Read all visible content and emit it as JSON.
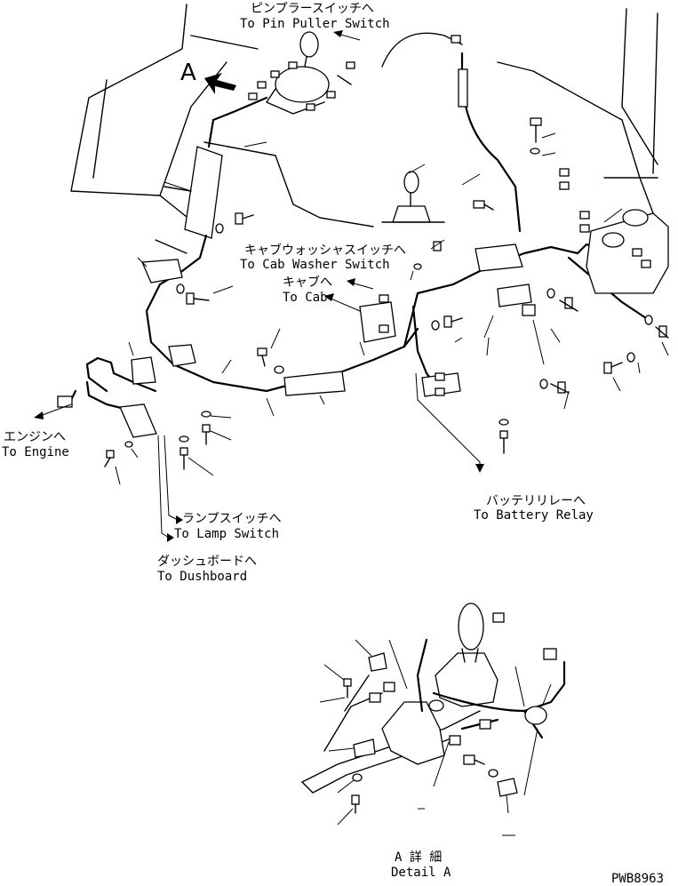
{
  "labels": {
    "pin_puller_jp": "ピンプラースイッチへ",
    "pin_puller_en": "To Pin Puller Switch",
    "cab_washer_jp": "キャブウォッシャスイッチへ",
    "cab_washer_en": "To Cab Washer Switch",
    "cab_jp": "キャブへ",
    "cab_en": "To Cab",
    "engine_jp": "エンジンへ",
    "engine_en": "To Engine",
    "battery_jp": "バッテリリレーへ",
    "battery_en": "To Battery Relay",
    "lamp_jp": "ランプスイッチへ",
    "lamp_en": "To Lamp Switch",
    "dash_jp": "ダッシュボードへ",
    "dash_en": "To Dushboard",
    "detail_jp": "A 詳 細",
    "detail_en": "Detail A",
    "view_letter": "A",
    "code": "PWB8963"
  }
}
